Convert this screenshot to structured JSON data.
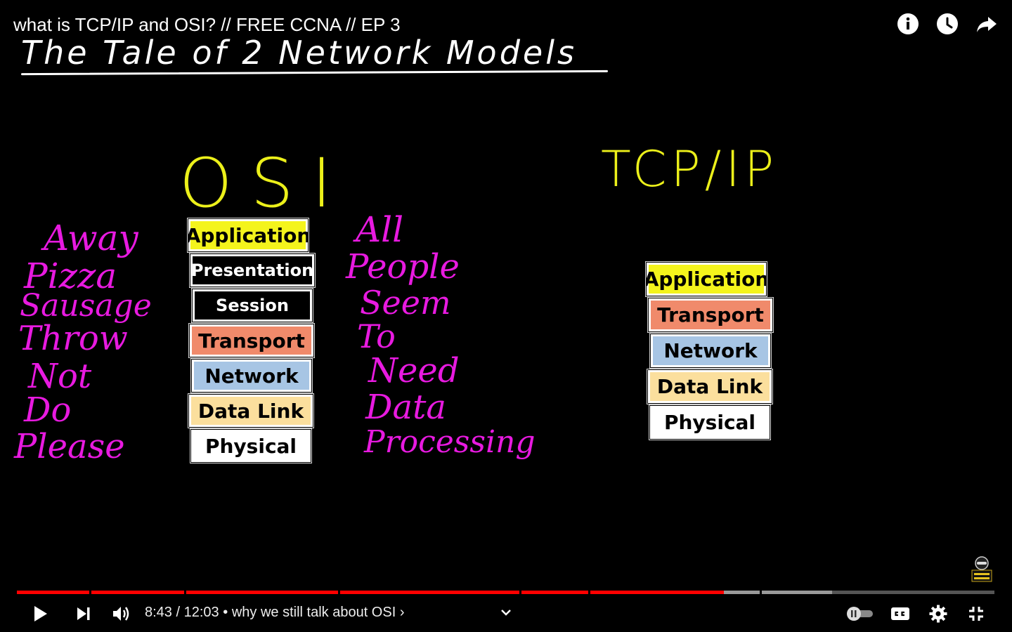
{
  "video": {
    "title": "what is TCP/IP and OSI? // FREE CCNA // EP 3",
    "top_icons": [
      "info-icon",
      "clock-icon",
      "share-icon"
    ]
  },
  "slide": {
    "heading": "The Tale of 2 Network Models",
    "osi_label": "OSI",
    "tcp_label": "TCP/IP",
    "osi_layers": [
      {
        "name": "Application",
        "color": "#f4f41c"
      },
      {
        "name": "Presentation",
        "color": "#000000"
      },
      {
        "name": "Session",
        "color": "#000000"
      },
      {
        "name": "Transport",
        "color": "#f08a6b"
      },
      {
        "name": "Network",
        "color": "#a7c5e4"
      },
      {
        "name": "Data Link",
        "color": "#fbdf9d"
      },
      {
        "name": "Physical",
        "color": "#ffffff"
      }
    ],
    "tcp_layers": [
      {
        "name": "Application",
        "color": "#f4f41c"
      },
      {
        "name": "Transport",
        "color": "#f08a6b"
      },
      {
        "name": "Network",
        "color": "#a7c5e4"
      },
      {
        "name": "Data Link",
        "color": "#fbdf9d"
      },
      {
        "name": "Physical",
        "color": "#ffffff"
      }
    ],
    "mnemonic_left": [
      "Away",
      "Pizza",
      "Sausage",
      "Throw",
      "Not",
      "Do",
      "Please"
    ],
    "mnemonic_right": [
      "All",
      "People",
      "Seem",
      "To",
      "Need",
      "Data",
      "Processing"
    ],
    "ink_color": "#e81ae0",
    "label_color": "#ecf01a"
  },
  "player": {
    "time_current": "8:43",
    "time_separator": "/",
    "time_total": "12:03",
    "chapter_prefix": "•",
    "chapter_title": "why we still talk about OSI",
    "chapter_arrow": "›",
    "progress_fraction": 0.7227,
    "buffer_fraction": 0.8333,
    "progress_color": "#ff0000",
    "controls": [
      "play-icon",
      "next-icon",
      "volume-icon",
      "chevron-down-icon",
      "autoplay-toggle",
      "captions-icon",
      "settings-icon",
      "exit-fullscreen-icon"
    ]
  }
}
